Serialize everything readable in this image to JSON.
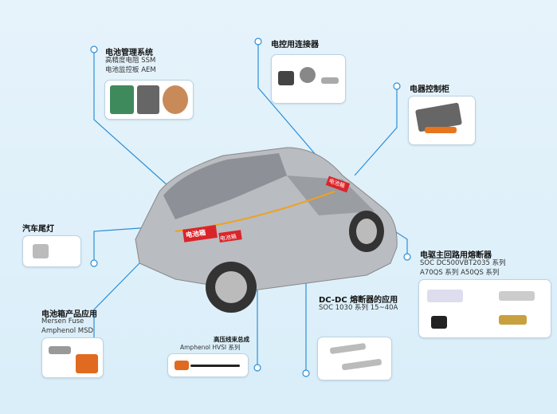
{
  "callouts": {
    "bms": {
      "title": "电池管理系统",
      "lines": [
        "高精度电阻 SSM",
        "电池监控板 AEM"
      ]
    },
    "connector": {
      "title": "电控用连接器"
    },
    "cabinet": {
      "title": "电器控制柜"
    },
    "taillight": {
      "title": "汽车尾灯"
    },
    "drive_fuse": {
      "title": "电驱主回路用熔断器",
      "lines": [
        "SOC DC500VBT2035 系列",
        "A70QS 系列  A50QS 系列"
      ]
    },
    "battery_box": {
      "title": "电池箱产品应用",
      "lines": [
        "Mersen Fuse",
        "Amphenol MSD"
      ]
    },
    "harness": {
      "title": "高压线束总成",
      "lines": [
        "Amphenol HVSI 系列"
      ]
    },
    "dcdc": {
      "title": "DC-DC 熔断器的应用",
      "lines": [
        "SOC 1030 系列 15~40A"
      ]
    }
  },
  "car_labels": [
    "电池箱",
    "电池箱",
    "电池箱"
  ],
  "colors": {
    "line": "#2e8fd6",
    "label_red": "#d9252a"
  }
}
